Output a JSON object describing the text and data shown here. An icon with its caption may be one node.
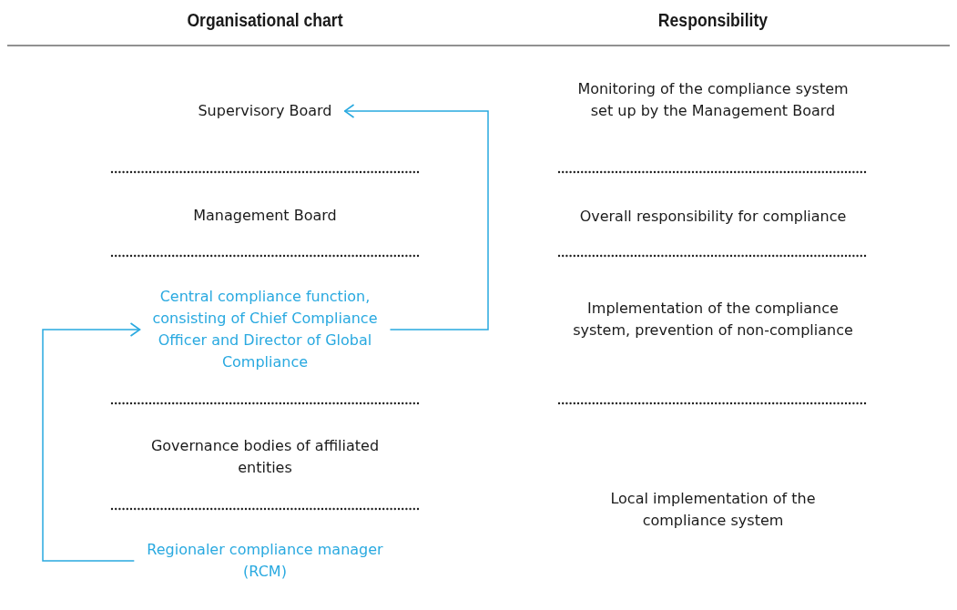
{
  "diagram": {
    "nodes": [
      {
        "text": [
          "Supervisory Board"
        ]
      },
      {
        "text": [
          "Management Board"
        ]
      },
      {
        "text": [
          "Central compliance function, consisting of Chief Compliance Officer and Director of Global Compliance"
        ]
      },
      {
        "text": [
          "Governance bodies of affiliated entities"
        ]
      },
      {
        "text": [
          "Regionaler compliance manager (RCM)"
        ]
      }
    ],
    "edges": [
      {
        "from": 2,
        "to": 0,
        "arrow": "to"
      },
      {
        "from": 4,
        "to": 2,
        "arrow": "to"
      }
    ],
    "labels": [
      "Organisational chart",
      "Responsibility",
      "Monitoring of the compliance system set up by the Management Board",
      "Overall responsibility for compliance",
      "Implementation of the compliance system, prevention of non-compliance",
      "Local implementation of the compliance system"
    ]
  }
}
